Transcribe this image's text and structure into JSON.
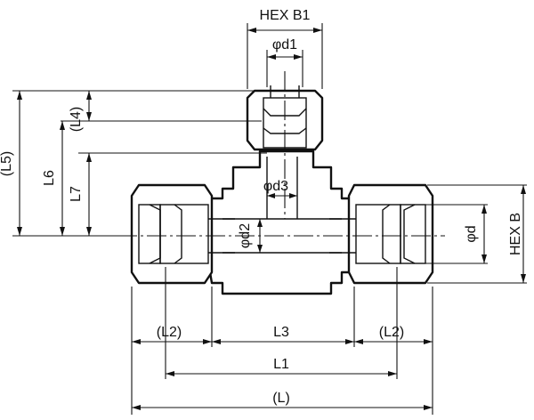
{
  "labels": {
    "hex_b1": "HEX B1",
    "d1": "φd1",
    "l5": "(L5)",
    "l4": "(L4)",
    "l6": "L6",
    "l7": "L7",
    "d3": "φd3",
    "d2": "φd2",
    "d": "φd",
    "hex_b": "HEX B",
    "l2_left": "(L2)",
    "l3": "L3",
    "l2_right": "(L2)",
    "l1": "L1",
    "l": "(L)"
  },
  "colors": {
    "line": "#111111",
    "background": "#ffffff"
  }
}
